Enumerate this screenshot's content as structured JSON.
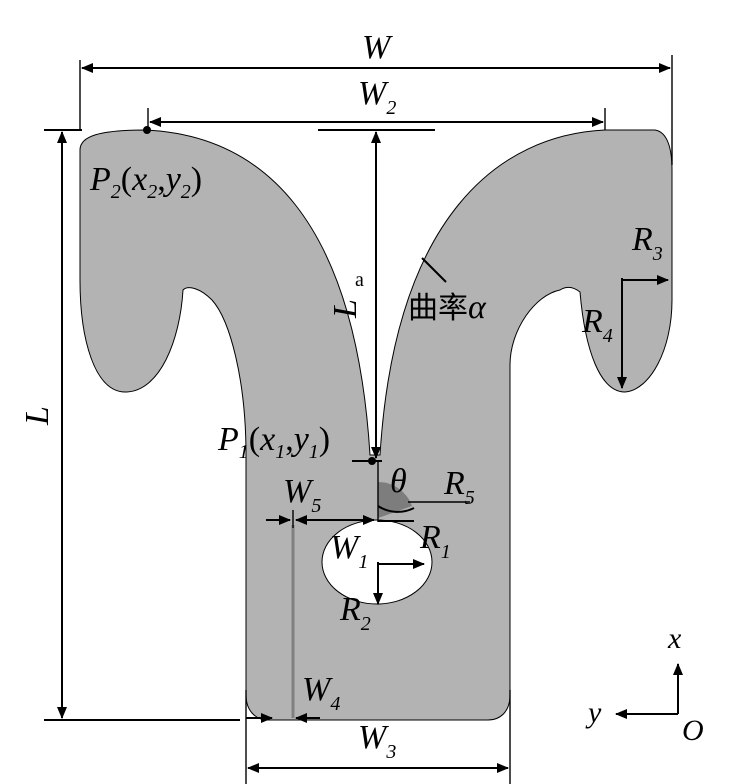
{
  "colors": {
    "body": "#b3b3b3",
    "hole": "#ffffff",
    "angle": "#7d7d7d",
    "stroke": "#000000",
    "guide": "#808080"
  },
  "labels": {
    "W": "W",
    "W2": {
      "main": "W",
      "sub": "2"
    },
    "W3": {
      "main": "W",
      "sub": "3"
    },
    "W4": {
      "main": "W",
      "sub": "4"
    },
    "W5": {
      "main": "W",
      "sub": "5"
    },
    "W1": {
      "main": "W",
      "sub": "1"
    },
    "L": "L",
    "La": {
      "main": "L",
      "sub": "a"
    },
    "P2": {
      "p": "P",
      "ps": "2",
      "x": "x",
      "xs": "2",
      "y": "y",
      "ys": "2"
    },
    "P1": {
      "p": "P",
      "ps": "1",
      "x": "x",
      "xs": "1",
      "y": "y",
      "ys": "1"
    },
    "R1": {
      "main": "R",
      "sub": "1"
    },
    "R2": {
      "main": "R",
      "sub": "2"
    },
    "R3": {
      "main": "R",
      "sub": "3"
    },
    "R4": {
      "main": "R",
      "sub": "4"
    },
    "R5": {
      "main": "R",
      "sub": "5"
    },
    "theta": "θ",
    "curvature": {
      "text": "曲率",
      "symbol": "α"
    },
    "axes": {
      "x": "x",
      "y": "y",
      "origin": "O"
    }
  }
}
